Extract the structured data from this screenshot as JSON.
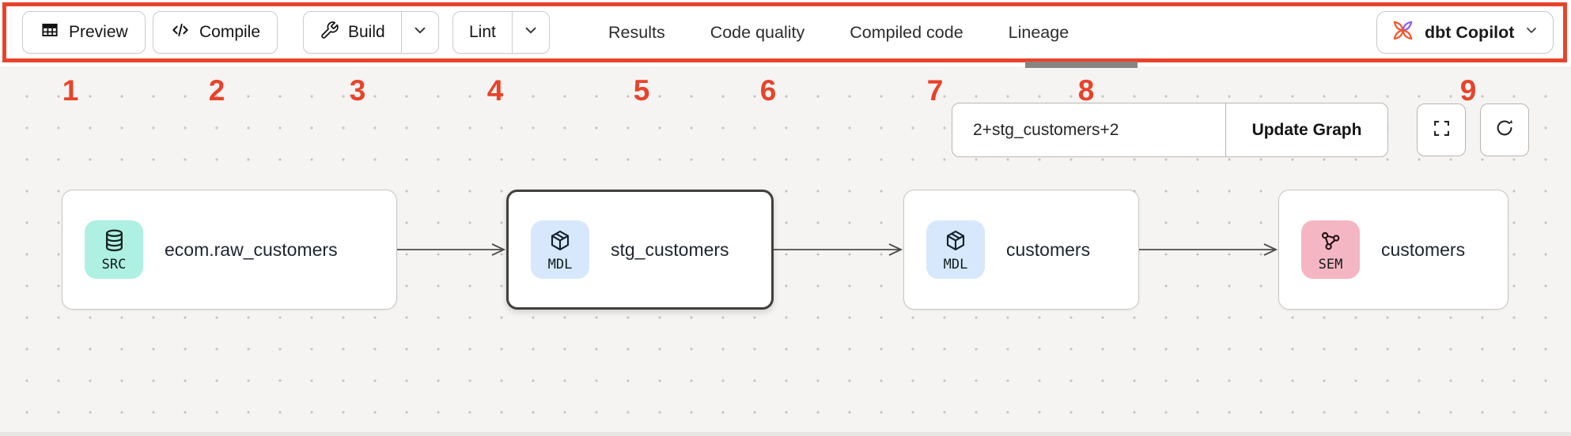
{
  "annotation": {
    "color": "#E8432B",
    "labels": [
      "1",
      "2",
      "3",
      "4",
      "5",
      "6",
      "7",
      "8",
      "9"
    ]
  },
  "toolbar": {
    "preview": {
      "label": "Preview",
      "icon": "table-icon"
    },
    "compile": {
      "label": "Compile",
      "icon": "code-icon"
    },
    "build": {
      "label": "Build",
      "icon": "wrench-icon",
      "has_dropdown": true
    },
    "lint": {
      "label": "Lint",
      "has_dropdown": true
    },
    "tabs": [
      {
        "label": "Results",
        "active": false
      },
      {
        "label": "Code quality",
        "active": false
      },
      {
        "label": "Compiled code",
        "active": false
      },
      {
        "label": "Lineage",
        "active": true
      }
    ],
    "copilot": {
      "label": "dbt Copilot",
      "icon": "dbt-logo-icon",
      "icon_colors": [
        "#F4562E",
        "#8B5CF6"
      ]
    }
  },
  "lineage": {
    "selector_value": "2+stg_customers+2",
    "update_button_label": "Update Graph",
    "fullscreen_icon": "fullscreen-icon",
    "refresh_icon": "refresh-icon",
    "nodes": [
      {
        "badge": "SRC",
        "title": "ecom.raw_customers",
        "badge_color": "#AEF0E1",
        "icon": "database-icon",
        "selected": false
      },
      {
        "badge": "MDL",
        "title": "stg_customers",
        "badge_color": "#D7E8FC",
        "icon": "cube-icon",
        "selected": true
      },
      {
        "badge": "MDL",
        "title": "customers",
        "badge_color": "#D7E8FC",
        "icon": "cube-icon",
        "selected": false
      },
      {
        "badge": "SEM",
        "title": "customers",
        "badge_color": "#F5B6C3",
        "icon": "semantic-model-icon",
        "selected": false
      }
    ]
  }
}
